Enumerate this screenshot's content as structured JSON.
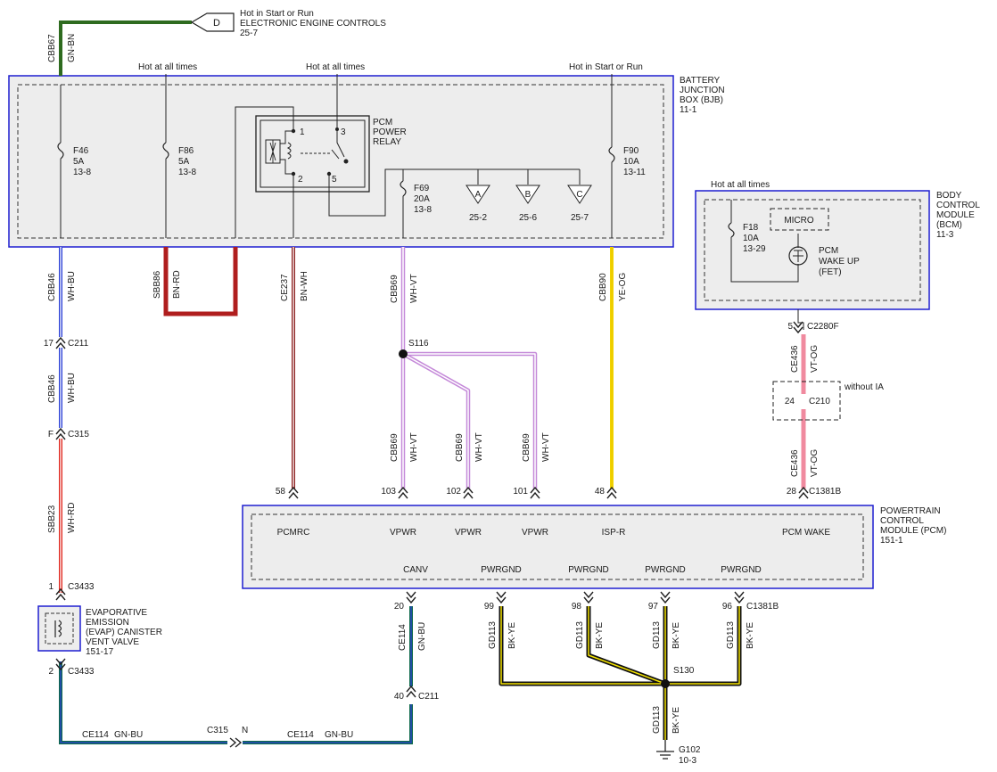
{
  "top": {
    "connector_letter": "D",
    "hot_label": "Hot in Start or Run",
    "system": "ELECTRONIC ENGINE CONTROLS",
    "page_ref": "25-7"
  },
  "bjb": {
    "title": [
      "BATTERY",
      "JUNCTION",
      "BOX (BJB)",
      "11-1"
    ],
    "hot_labels": [
      "Hot at all times",
      "Hot at all times",
      "Hot in Start or Run"
    ],
    "relay": {
      "title": [
        "PCM",
        "POWER",
        "RELAY"
      ],
      "pins": [
        "1",
        "3",
        "2",
        "5"
      ]
    },
    "fuses": [
      {
        "id": "F46",
        "amp": "5A",
        "ref": "13-8"
      },
      {
        "id": "F86",
        "amp": "5A",
        "ref": "13-8"
      },
      {
        "id": "F69",
        "amp": "20A",
        "ref": "13-8"
      },
      {
        "id": "F90",
        "amp": "10A",
        "ref": "13-11"
      }
    ],
    "outputs": [
      {
        "letter": "A",
        "ref": "25-2"
      },
      {
        "letter": "B",
        "ref": "25-6"
      },
      {
        "letter": "C",
        "ref": "25-7"
      }
    ]
  },
  "bcm": {
    "title": [
      "BODY",
      "CONTROL",
      "MODULE",
      "(BCM)",
      "11-3"
    ],
    "hot_label": "Hot at all times",
    "fuse": {
      "id": "F18",
      "amp": "10A",
      "ref": "13-29"
    },
    "micro": "MICRO",
    "fet": [
      "PCM",
      "WAKE UP",
      "(FET)"
    ]
  },
  "pcm": {
    "title": [
      "POWERTRAIN",
      "CONTROL",
      "MODULE (PCM)",
      "151-1"
    ],
    "top_pins": [
      {
        "pin": "58",
        "label": "PCMRC"
      },
      {
        "pin": "103",
        "label": "VPWR"
      },
      {
        "pin": "102",
        "label": "VPWR"
      },
      {
        "pin": "101",
        "label": "VPWR"
      },
      {
        "pin": "48",
        "label": "ISP-R"
      },
      {
        "pin": "28",
        "label": "PCM WAKE"
      }
    ],
    "top_connector": "C1381B",
    "bottom_pins": [
      {
        "pin": "20",
        "label": "CANV"
      },
      {
        "pin": "99",
        "label": "PWRGND"
      },
      {
        "pin": "98",
        "label": "PWRGND"
      },
      {
        "pin": "97",
        "label": "PWRGND"
      },
      {
        "pin": "96",
        "label": "PWRGND"
      }
    ],
    "bottom_connector": "C1381B"
  },
  "wires": {
    "cbb67": {
      "circuit": "CBB67",
      "color": "GN-BN"
    },
    "cbb46_a": {
      "circuit": "CBB46",
      "color": "WH-BU"
    },
    "cbb46_b": {
      "circuit": "CBB46",
      "color": "WH-BU"
    },
    "sbb23": {
      "circuit": "SBB23",
      "color": "WH-RD"
    },
    "sbb86": {
      "circuit": "SBB86",
      "color": "BN-RD"
    },
    "ce237": {
      "circuit": "CE237",
      "color": "BN-WH"
    },
    "cbb69_top": {
      "circuit": "CBB69",
      "color": "WH-VT"
    },
    "cbb69_1": {
      "circuit": "CBB69",
      "color": "WH-VT"
    },
    "cbb69_2": {
      "circuit": "CBB69",
      "color": "WH-VT"
    },
    "cbb69_3": {
      "circuit": "CBB69",
      "color": "WH-VT"
    },
    "cbb90": {
      "circuit": "CBB90",
      "color": "YE-OG"
    },
    "ce436_a": {
      "circuit": "CE436",
      "color": "VT-OG"
    },
    "ce436_b": {
      "circuit": "CE436",
      "color": "VT-OG"
    },
    "ce114_v": {
      "circuit": "CE114",
      "color": "GN-BU"
    },
    "ce114_l": {
      "circuit": "CE114",
      "color": "GN-BU"
    },
    "ce114_r": {
      "circuit": "CE114",
      "color": "GN-BU"
    },
    "gd113_99": {
      "circuit": "GD113",
      "color": "BK-YE"
    },
    "gd113_98": {
      "circuit": "GD113",
      "color": "BK-YE"
    },
    "gd113_97": {
      "circuit": "GD113",
      "color": "BK-YE"
    },
    "gd113_96": {
      "circuit": "GD113",
      "color": "BK-YE"
    },
    "gd113_g": {
      "circuit": "GD113",
      "color": "BK-YE"
    }
  },
  "connectors": {
    "c211_top": {
      "pin": "17",
      "name": "C211"
    },
    "c315_top": {
      "pin": "F",
      "name": "C315"
    },
    "c3433_1": {
      "pin": "1",
      "name": "C3433"
    },
    "c3433_2": {
      "pin": "2",
      "name": "C3433"
    },
    "c2280f": {
      "pin": "5",
      "name": "C2280F"
    },
    "c210": {
      "pin": "24",
      "name": "C210",
      "note": "without IA"
    },
    "c211_bot": {
      "pin": "40",
      "name": "C211"
    },
    "c315_bot": {
      "pin": "N",
      "name": "C315"
    }
  },
  "splices": {
    "s116": "S116",
    "s130": "S130"
  },
  "evap": {
    "title": [
      "EVAPORATIVE",
      "EMISSION",
      "(EVAP) CANISTER",
      "VENT VALVE",
      "151-17"
    ]
  },
  "ground": {
    "name": "G102",
    "ref": "10-3"
  },
  "colors": {
    "module_border": "#1f1fd0",
    "module_fill": "#ededed",
    "GN-BN": "#2e6b1f",
    "WH-BU": "#2a3fd6",
    "WH-RD": "#e0261c",
    "BN-RD": "#b01e1e",
    "BN-WH": "#8e2323",
    "WH-VT": "#c58ad9",
    "YE-OG": "#f2d500",
    "VT-OG": "#f08a9f",
    "GN-BU": "#0f6a4a",
    "BK-YE": "#111111",
    "BK-YE-stripe": "#f2e100"
  }
}
